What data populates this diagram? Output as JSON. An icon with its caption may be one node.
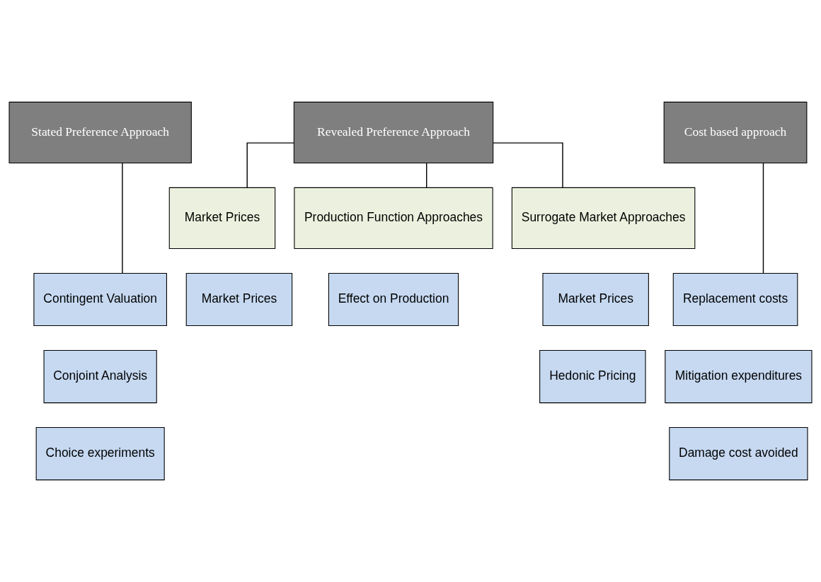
{
  "diagram": {
    "nodes": [
      {
        "text": [
          "Stated Preference Approach"
        ]
      },
      {
        "text": [
          "Revealed Preference Approach"
        ]
      },
      {
        "text": [
          "Cost based approach"
        ]
      },
      {
        "text": [
          "Market Prices"
        ]
      },
      {
        "text": [
          "Production Function Approaches"
        ]
      },
      {
        "text": [
          "Surrogate Market Approaches"
        ]
      },
      {
        "text": [
          "Contingent Valuation"
        ]
      },
      {
        "text": [
          "Market Prices"
        ]
      },
      {
        "text": [
          "Effect on Production"
        ]
      },
      {
        "text": [
          "Market Prices"
        ]
      },
      {
        "text": [
          "Replacement costs"
        ]
      },
      {
        "text": [
          "Conjoint Analysis"
        ]
      },
      {
        "text": [
          "Hedonic Pricing"
        ]
      },
      {
        "text": [
          "Mitigation expenditures"
        ]
      },
      {
        "text": [
          "Choice experiments"
        ]
      },
      {
        "text": [
          "Damage cost avoided"
        ]
      }
    ],
    "edges": [
      {
        "from": 0,
        "to": 6,
        "arrow": "none"
      },
      {
        "from": 1,
        "to": 3,
        "arrow": "none"
      },
      {
        "from": 1,
        "to": 4,
        "arrow": "none"
      },
      {
        "from": 1,
        "to": 5,
        "arrow": "none"
      },
      {
        "from": 2,
        "to": 10,
        "arrow": "none"
      }
    ]
  }
}
